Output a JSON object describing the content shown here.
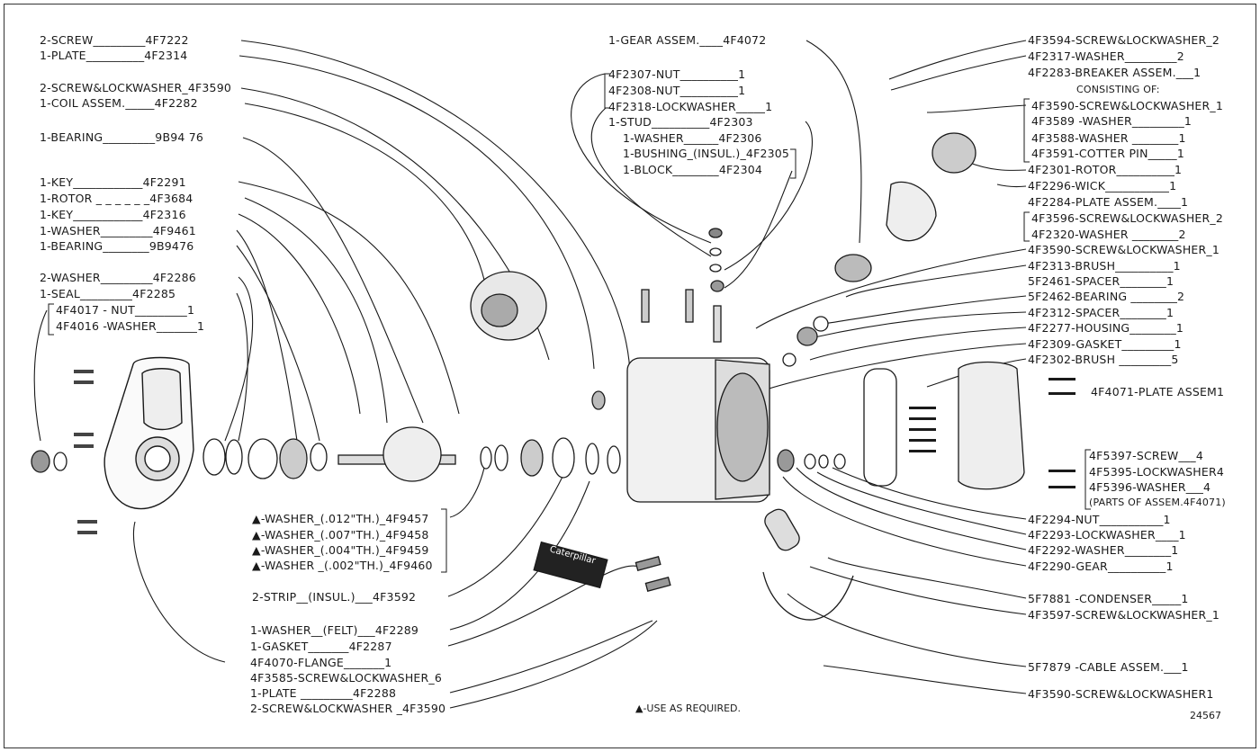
{
  "left_labels": [
    "2-SCREW_________4F7222",
    "1-PLATE__________4F2314",
    "2-SCREW&LOCKWASHER_4F3590",
    "1-COIL ASSEM._____4F2282",
    "1-BEARING_________9B94 76",
    "1-KEY____________4F2291",
    "1-ROTOR _ _ _ _ _ _4F3684",
    "1-KEY____________4F2316",
    "1-WASHER_________4F9461",
    "1-BEARING________9B9476",
    "2-WASHER_________4F2286",
    "1-SEAL_________4F2285",
    "4F4017 - NUT_________1",
    "4F4016 -WASHER_______1"
  ],
  "center_top_labels": [
    "1-GEAR ASSEM.____4F4072",
    "4F2307-NUT__________1",
    "4F2308-NUT__________1",
    "4F2318-LOCKWASHER_____1",
    "1-STUD__________4F2303",
    "1-WASHER______4F2306",
    "1-BUSHING_(INSUL.)_4F2305",
    "1-BLOCK________4F2304"
  ],
  "right_labels": [
    "4F3594-SCREW&LOCKWASHER_2",
    "4F2317-WASHER_________2",
    "4F2283-BREAKER ASSEM.___1",
    "CONSISTING OF:",
    "4F3590-SCREW&LOCKWASHER_1",
    "4F3589 -WASHER_________1",
    "4F3588-WASHER ________1",
    "4F3591-COTTER PIN_____1",
    "4F2301-ROTOR__________1",
    "4F2296-WICK___________1",
    "4F2284-PLATE ASSEM.____1",
    "4F3596-SCREW&LOCKWASHER_2",
    "4F2320-WASHER ________2",
    "4F3590-SCREW&LOCKWASHER_1",
    "4F2313-BRUSH__________1",
    "5F2461-SPACER________1",
    "5F2462-BEARING ________2",
    "4F2312-SPACER________1",
    "4F2277-HOUSING________1",
    "4F2309-GASKET_________1",
    "4F2302-BRUSH _________5",
    "4F4071-PLATE ASSEM1",
    "4F5397-SCREW___4",
    "4F5395-LOCKWASHER4",
    "4F5396-WASHER___4",
    "(PARTS OF ASSEM.4F4071)",
    "4F2294-NUT___________1",
    "4F2293-LOCKWASHER____1",
    "4F2292-WASHER________1",
    "4F2290-GEAR__________1",
    "5F7881 -CONDENSER_____1",
    "4F3597-SCREW&LOCKWASHER_1",
    "5F7879 -CABLE ASSEM.___1",
    "4F3590-SCREW&LOCKWASHER1"
  ],
  "bottom_left_labels": [
    "▲-WASHER_(.012\"TH.)_4F9457",
    "▲-WASHER_(.007\"TH.)_4F9458",
    "▲-WASHER_(.004\"TH.)_4F9459",
    "▲-WASHER _(.002\"TH.)_4F9460",
    "2-STRIP__(INSUL.)___4F3592",
    "1-WASHER__(FELT)___4F2289",
    "1-GASKET_______4F2287",
    "4F4070-FLANGE_______1",
    "4F3585-SCREW&LOCKWASHER_6",
    "1-PLATE _________4F2288",
    "2-SCREW&LOCKWASHER _4F3590"
  ],
  "footnote": "▲-USE AS REQUIRED.",
  "drawing_number": "24567",
  "nameplate_text": "Caterpillar",
  "colors": {
    "ink": "#1a1a1a",
    "paper": "#ffffff"
  }
}
